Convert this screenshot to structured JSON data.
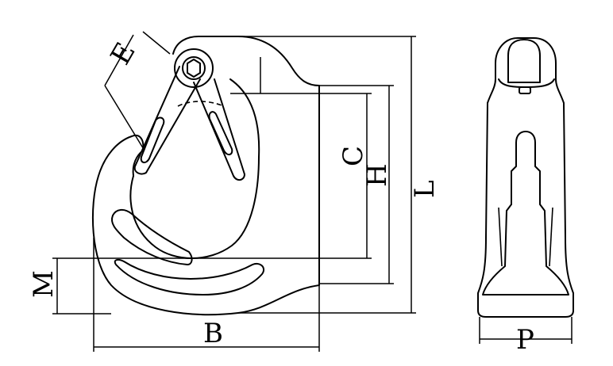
{
  "labels": {
    "E": "E",
    "C": "C",
    "H": "H",
    "L": "L",
    "M": "M",
    "B": "B",
    "P": "P"
  }
}
